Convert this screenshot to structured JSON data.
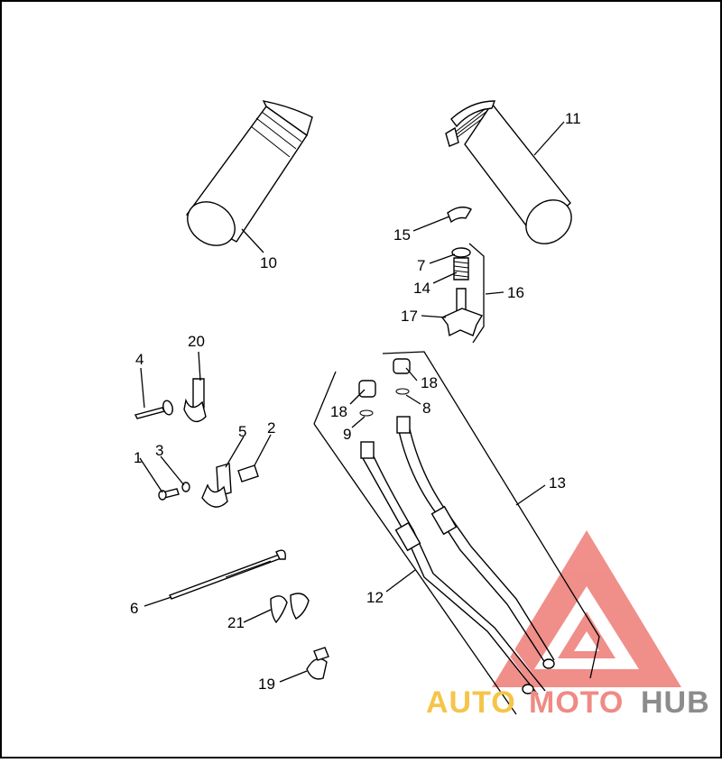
{
  "callouts": [
    {
      "id": "c1",
      "text": "1"
    },
    {
      "id": "c2",
      "text": "2"
    },
    {
      "id": "c3",
      "text": "3"
    },
    {
      "id": "c4",
      "text": "4"
    },
    {
      "id": "c5",
      "text": "5"
    },
    {
      "id": "c6",
      "text": "6"
    },
    {
      "id": "c7",
      "text": "7"
    },
    {
      "id": "c8",
      "text": "8"
    },
    {
      "id": "c9",
      "text": "9"
    },
    {
      "id": "c10",
      "text": "10"
    },
    {
      "id": "c11",
      "text": "11"
    },
    {
      "id": "c12",
      "text": "12"
    },
    {
      "id": "c13",
      "text": "13"
    },
    {
      "id": "c14",
      "text": "14"
    },
    {
      "id": "c15",
      "text": "15"
    },
    {
      "id": "c16",
      "text": "16"
    },
    {
      "id": "c17",
      "text": "17"
    },
    {
      "id": "c18a",
      "text": "18"
    },
    {
      "id": "c18b",
      "text": "18"
    },
    {
      "id": "c19",
      "text": "19"
    },
    {
      "id": "c20",
      "text": "20"
    },
    {
      "id": "c21",
      "text": "21"
    }
  ],
  "watermark": {
    "word_1": "AUTO",
    "word_2": "MOTO",
    "word_3": "HUB",
    "color_1": "#f5c54a",
    "color_2": "#f08a84",
    "color_3": "#8c8c8c",
    "triangle_color": "#ee7b76"
  }
}
